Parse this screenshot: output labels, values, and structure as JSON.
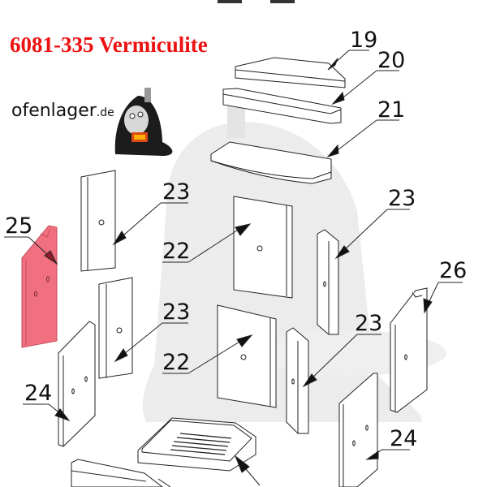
{
  "title": "6081-335 Vermiculite",
  "brand": {
    "name": "ofenlager",
    "tld": ".de"
  },
  "colors": {
    "title": "#ee1111",
    "highlight_part": "#f0707f",
    "line": "#222222",
    "watermark": "#e6e6e6"
  },
  "parts": [
    {
      "number": "19",
      "label": "19"
    },
    {
      "number": "20",
      "label": "20"
    },
    {
      "number": "21",
      "label": "21"
    },
    {
      "number": "22",
      "label": "22"
    },
    {
      "number": "22b",
      "label": "22"
    },
    {
      "number": "23",
      "label": "23"
    },
    {
      "number": "23b",
      "label": "23"
    },
    {
      "number": "23c",
      "label": "23"
    },
    {
      "number": "23d",
      "label": "23"
    },
    {
      "number": "24",
      "label": "24"
    },
    {
      "number": "24b",
      "label": "24"
    },
    {
      "number": "25",
      "label": "25",
      "highlighted": true
    },
    {
      "number": "26",
      "label": "26"
    }
  ]
}
